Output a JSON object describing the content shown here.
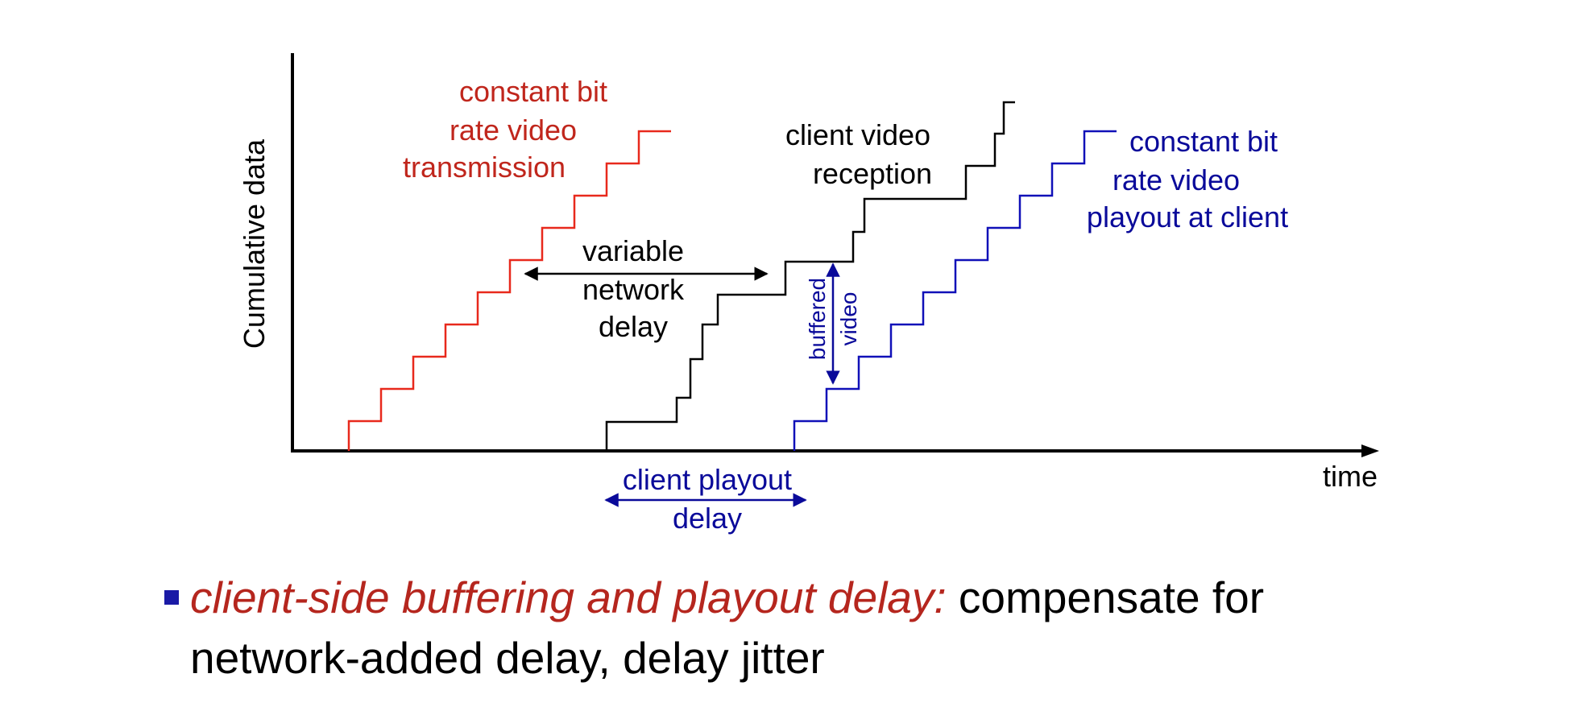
{
  "diagram": {
    "y_axis_label": "Cumulative data",
    "x_axis_label": "time",
    "labels": {
      "transmission": [
        "constant bit",
        "rate video",
        "transmission"
      ],
      "reception": [
        "client video",
        "reception"
      ],
      "playout": [
        "constant bit",
        "rate video",
        "playout at client"
      ],
      "network_delay": [
        "variable",
        "network",
        "delay"
      ],
      "buffered_video": [
        "buffered",
        "video"
      ],
      "client_playout_delay": [
        "client playout",
        "delay"
      ]
    },
    "colors": {
      "transmission": "#e8291c",
      "transmission_text": "#c0261c",
      "reception": "#000000",
      "playout": "#1010b8",
      "playout_text": "#0a0a9a",
      "axis": "#000000"
    }
  },
  "bullet": {
    "emphasis": "client-side buffering and playout delay:",
    "text_line1": " compensate for",
    "text_line2": "network-added delay, delay jitter",
    "emphasis_color": "#b5261e",
    "marker_color": "#1a1aa6"
  }
}
